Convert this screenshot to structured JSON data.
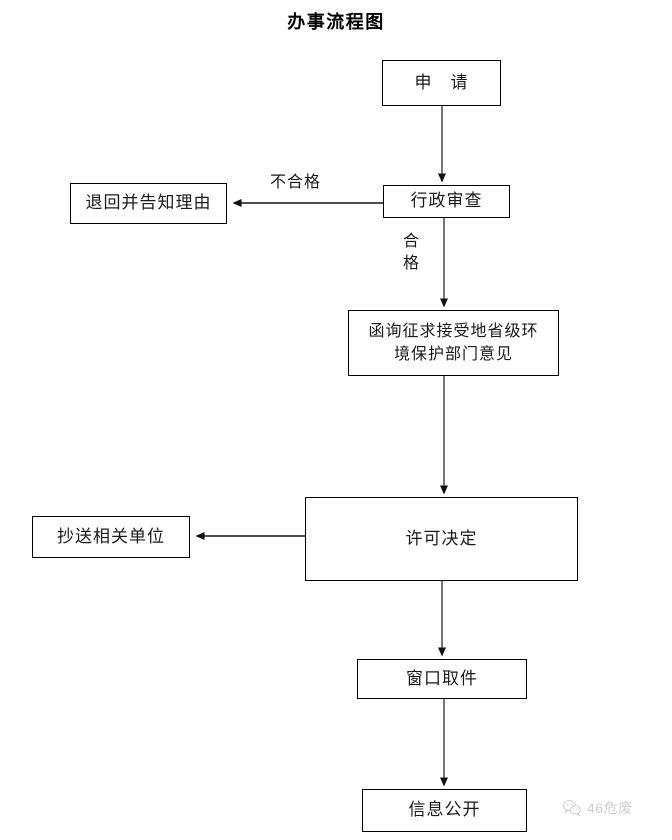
{
  "document": {
    "title": "办事流程图"
  },
  "flowchart": {
    "type": "flowchart",
    "orientation": "top-to-bottom",
    "nodes": [
      {
        "id": "apply",
        "label": "申　请"
      },
      {
        "id": "review",
        "label": "行政审查"
      },
      {
        "id": "return",
        "label": "退回并告知理由"
      },
      {
        "id": "consult",
        "label": "函询征求接受地省级环\n境保护部门意见"
      },
      {
        "id": "decision",
        "label": "许可决定"
      },
      {
        "id": "cc",
        "label": "抄送相关单位"
      },
      {
        "id": "pickup",
        "label": "窗口取件"
      },
      {
        "id": "publish",
        "label": "信息公开"
      }
    ],
    "edge_labels": {
      "unqualified": "不合格",
      "qualified": "合格"
    },
    "edges": [
      {
        "from": "apply",
        "to": "review",
        "label": ""
      },
      {
        "from": "review",
        "to": "return",
        "label": "不合格"
      },
      {
        "from": "review",
        "to": "consult",
        "label": "合格"
      },
      {
        "from": "consult",
        "to": "decision",
        "label": ""
      },
      {
        "from": "decision",
        "to": "cc",
        "label": ""
      },
      {
        "from": "decision",
        "to": "pickup",
        "label": ""
      },
      {
        "from": "pickup",
        "to": "publish",
        "label": ""
      }
    ]
  },
  "watermark": {
    "text": "46危废",
    "icon": "wechat-icon",
    "color": "#8c8c8c"
  },
  "colors": {
    "stroke": "#000000",
    "text": "#1a1a1a",
    "background": "#ffffff"
  }
}
